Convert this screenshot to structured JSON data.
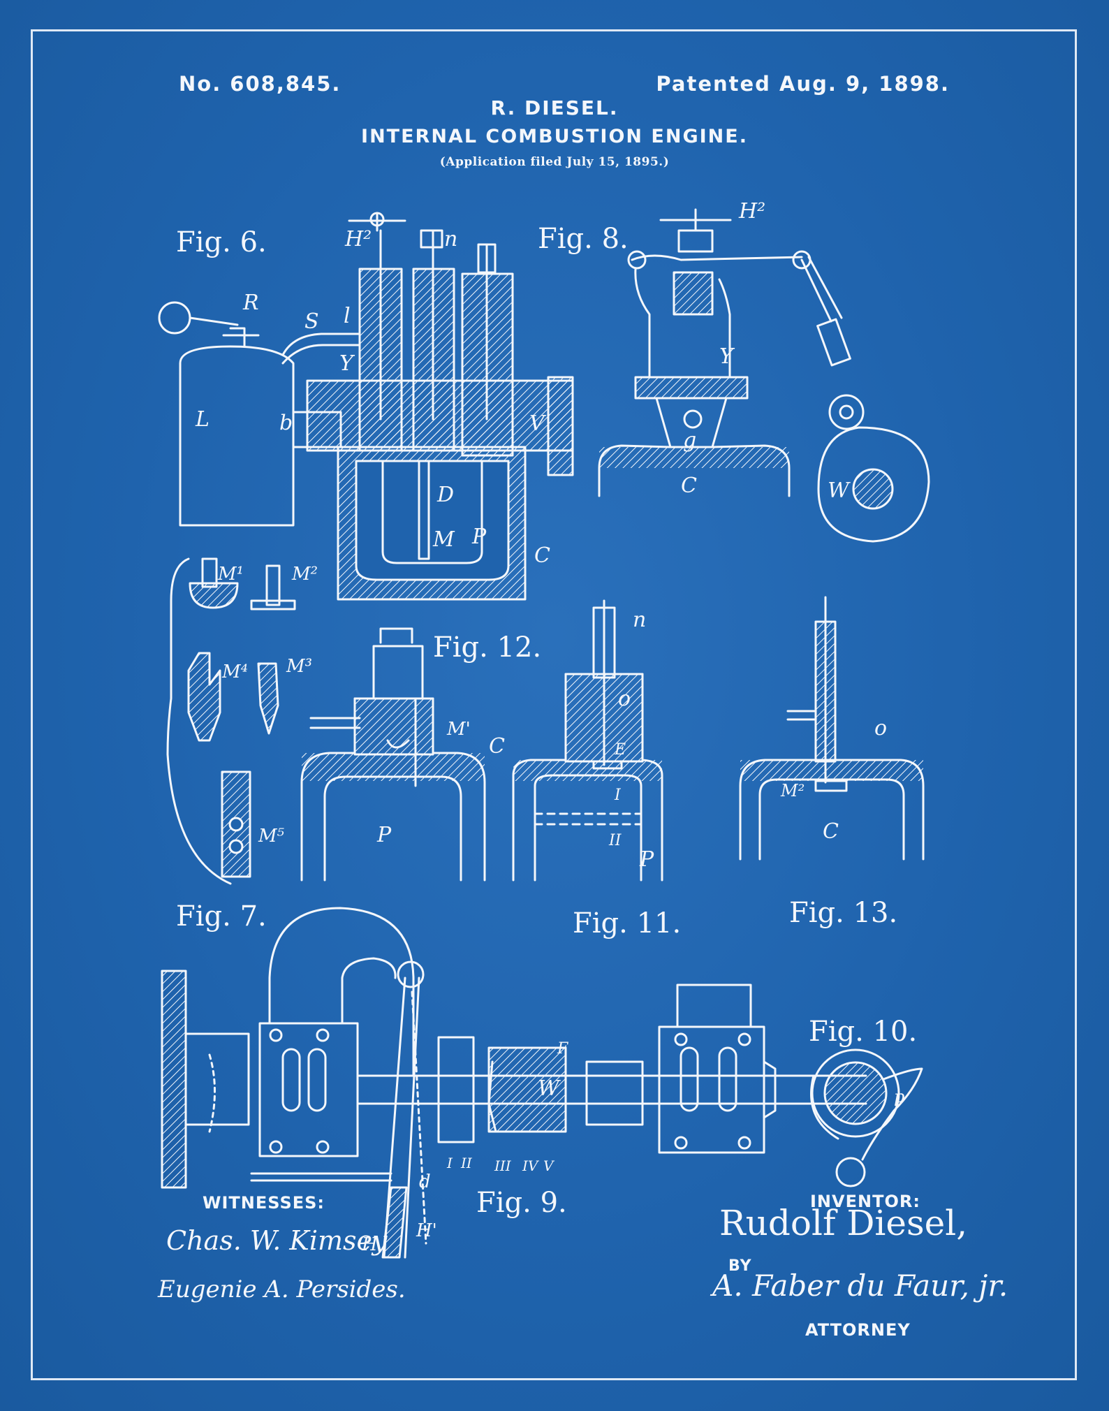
{
  "header": {
    "patent_number": "No. 608,845.",
    "patent_date": "Patented Aug. 9, 1898.",
    "inventor": "R. DIESEL.",
    "title": "INTERNAL COMBUSTION ENGINE.",
    "filed": "(Application filed July 15, 1895.)"
  },
  "figures": {
    "fig6": "Fig. 6.",
    "fig7": "Fig. 7.",
    "fig8": "Fig. 8.",
    "fig9": "Fig. 9.",
    "fig10": "Fig. 10.",
    "fig11": "Fig. 11.",
    "fig12": "Fig. 12.",
    "fig13": "Fig. 13."
  },
  "letters": {
    "L": "L",
    "b": "b",
    "R": "R",
    "S": "S",
    "l": "l",
    "Y": "Y",
    "H2": "H²",
    "n": "n",
    "V": "V",
    "D": "D",
    "M": "M",
    "P": "P",
    "C": "C",
    "W": "W",
    "g": "g",
    "M1": "M¹",
    "M2": "M²",
    "M3": "M³",
    "M4": "M⁴",
    "M5": "M⁵",
    "Mprime": "M'",
    "o": "o",
    "E": "E",
    "I": "I",
    "II": "II",
    "III": "III",
    "IV": "IV",
    "F": "F",
    "d": "d",
    "H": "H",
    "Hprime": "H'",
    "p": "p"
  },
  "footer": {
    "witnesses_label": "WITNESSES:",
    "witness1": "Chas. W. Kimsey",
    "witness2": "Eugenie A. Persides.",
    "inventor_label": "INVENTOR:",
    "inventor_signature": "Rudolf Diesel,",
    "by_label": "BY",
    "attorney_signature": "A. Faber du Faur, jr.",
    "attorney_label": "ATTORNEY"
  }
}
